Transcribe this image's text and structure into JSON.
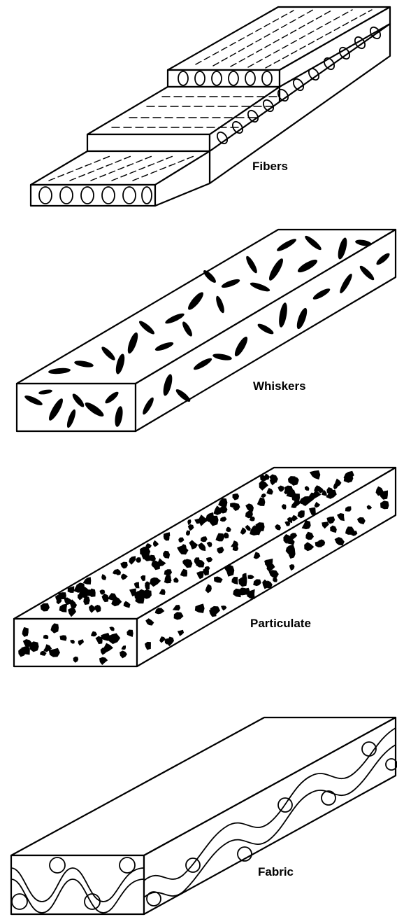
{
  "labels": {
    "fibers": "Fibers",
    "whiskers": "Whiskers",
    "particulate": "Particulate",
    "fabric": "Fabric"
  },
  "colors": {
    "ink": "#000000",
    "paper": "#ffffff"
  }
}
